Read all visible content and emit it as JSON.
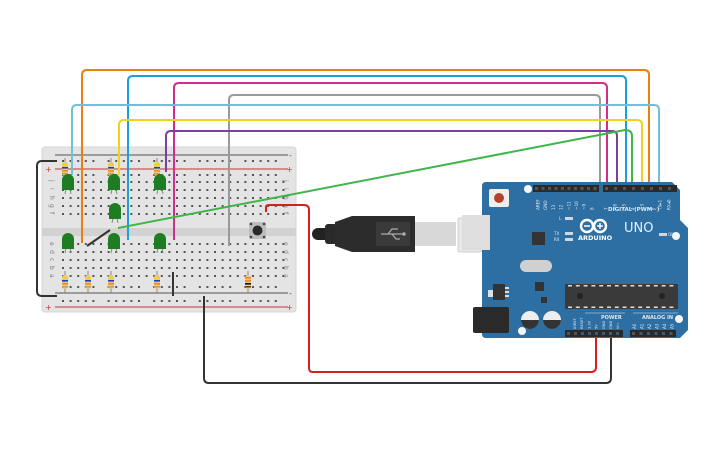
{
  "title": "Arduino UNO breadboard circuit with LEDs, resistors and pushbutton",
  "breadboard": {
    "row_labels_top": [
      "j",
      "i",
      "h",
      "g",
      "f"
    ],
    "row_labels_bottom": [
      "e",
      "d",
      "c",
      "b",
      "a"
    ],
    "rail_minus": "-",
    "rail_plus": "+",
    "column_count": 30,
    "colors": {
      "body": "#e4e4e4",
      "rail_red": "#c0392b",
      "rail_dark": "#555555"
    }
  },
  "leds": [
    {
      "id": "led-1",
      "color": "#1e7d22"
    },
    {
      "id": "led-2",
      "color": "#1e7d22"
    },
    {
      "id": "led-3",
      "color": "#1e7d22"
    },
    {
      "id": "led-4",
      "color": "#1e7d22"
    },
    {
      "id": "led-5",
      "color": "#1e7d22"
    },
    {
      "id": "led-6",
      "color": "#1e7d22"
    },
    {
      "id": "led-7",
      "color": "#1e7d22"
    }
  ],
  "arduino": {
    "brand": "ARDUINO",
    "model": "UNO",
    "digital_label": "DIGITAL (PWM~)",
    "power_label": "POWER",
    "analog_label": "ANALOG IN",
    "digital_pins": [
      "AREF",
      "GND",
      "13",
      "12",
      "~11",
      "~10",
      "~9",
      "8",
      "7",
      "~6",
      "~5",
      "4",
      "~3",
      "2",
      "TX▸1",
      "RX◂0"
    ],
    "power_pins": [
      "IOREF",
      "RESET",
      "3.3V",
      "5V",
      "GND",
      "GND",
      "Vin"
    ],
    "analog_pins": [
      "A0",
      "A1",
      "A2",
      "A3",
      "A4",
      "A5"
    ],
    "led_labels": [
      "L",
      "TX",
      "RX",
      "ON"
    ],
    "board_color": "#2d6fa3"
  },
  "wires": [
    {
      "name": "wire-orange",
      "color": "#e8820c"
    },
    {
      "name": "wire-blue",
      "color": "#1a9fd6"
    },
    {
      "name": "wire-magenta",
      "color": "#d12d8f"
    },
    {
      "name": "wire-gray",
      "color": "#9a9a9a"
    },
    {
      "name": "wire-lightblue",
      "color": "#6cc3d6"
    },
    {
      "name": "wire-yellow",
      "color": "#f2d21b"
    },
    {
      "name": "wire-purple",
      "color": "#7b3fa0"
    },
    {
      "name": "wire-green",
      "color": "#3fb54a"
    },
    {
      "name": "wire-red",
      "color": "#d62020"
    },
    {
      "name": "wire-black",
      "color": "#333333"
    }
  ]
}
